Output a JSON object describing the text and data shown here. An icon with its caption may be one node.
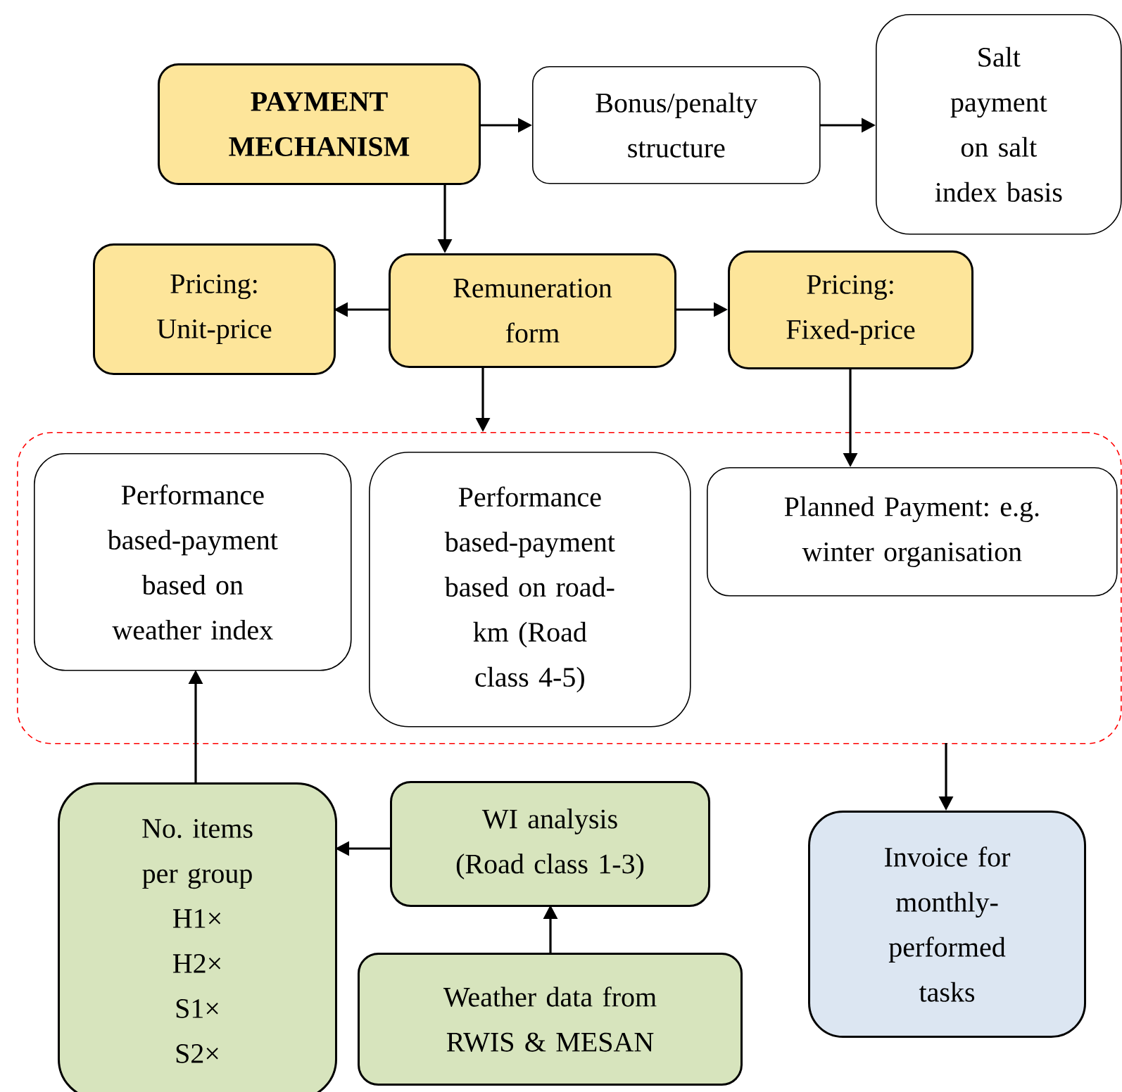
{
  "diagram": {
    "nodes": [
      {
        "text": [
          "PAYMENT MECHANISM"
        ]
      },
      {
        "text": [
          "Bonus/penalty structure"
        ]
      },
      {
        "text": [
          "Salt payment on salt index basis"
        ]
      },
      {
        "text": [
          "Pricing: Unit-price"
        ]
      },
      {
        "text": [
          "Remuneration form"
        ]
      },
      {
        "text": [
          "Pricing: Fixed-price"
        ]
      },
      {
        "text": [],
        "shape": "box"
      },
      {
        "text": [
          "Performance based-payment based on weather index"
        ],
        "in": 6
      },
      {
        "text": [
          "Performance based-payment based on road-km (Road class 4-5)"
        ],
        "in": 6
      },
      {
        "text": [
          "Planned Payment: e.g. winter organisation"
        ],
        "in": 6
      },
      {
        "text": [
          "No. items per group",
          "H1×",
          "H2×",
          "S1×",
          "S2×"
        ]
      },
      {
        "text": [
          "WI analysis (Road class 1-3)"
        ]
      },
      {
        "text": [
          "Weather data from RWIS & MESAN"
        ]
      },
      {
        "text": [
          "Invoice for monthly-performed tasks"
        ]
      }
    ],
    "edges": [
      {
        "from": 0,
        "to": 1,
        "arrow": "to"
      },
      {
        "from": 1,
        "to": 2,
        "arrow": "to"
      },
      {
        "from": 0,
        "to": 4,
        "arrow": "to"
      },
      {
        "from": 4,
        "to": 3,
        "arrow": "to"
      },
      {
        "from": 4,
        "to": 5,
        "arrow": "to"
      },
      {
        "from": 4,
        "to": 6,
        "arrow": "to"
      },
      {
        "from": 5,
        "to": 9,
        "arrow": "to"
      },
      {
        "from": 6,
        "to": 13,
        "arrow": "to"
      },
      {
        "from": 10,
        "to": 7,
        "arrow": "to"
      },
      {
        "from": 11,
        "to": 10,
        "arrow": "to"
      },
      {
        "from": 12,
        "to": 11,
        "arrow": "to"
      }
    ]
  }
}
